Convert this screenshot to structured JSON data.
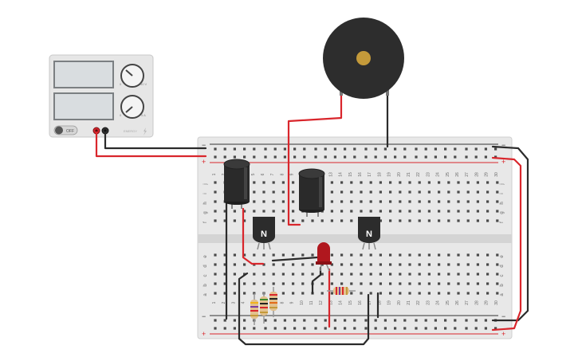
{
  "power_supply": {
    "switch_label": "OFF",
    "knob_top_label_a": "0",
    "knob_top_label_b": "30 V",
    "knob_bottom_label_a": "0",
    "knob_bottom_label_b": "5 A",
    "brand": "ENERGY",
    "colors": {
      "body": "#e6e6e6",
      "display": "#d9dde0",
      "positive": "#d9262c",
      "negative": "#333333"
    }
  },
  "breadboard": {
    "rows_top": [
      "j",
      "i",
      "h",
      "g",
      "f"
    ],
    "rows_bottom": [
      "e",
      "d",
      "c",
      "b",
      "a"
    ],
    "columns": [
      "1",
      "2",
      "3",
      "4",
      "5",
      "6",
      "7",
      "8",
      "9",
      "10",
      "11",
      "12",
      "13",
      "14",
      "15",
      "16",
      "17",
      "18",
      "19",
      "20",
      "21",
      "22",
      "23",
      "24",
      "25",
      "26",
      "27",
      "28",
      "29",
      "30"
    ],
    "rail_minus": "−",
    "rail_plus": "+",
    "colors": {
      "board": "#e8e8e8",
      "hole": "#4a4a4a",
      "rail_red": "#d9262c",
      "rail_black": "#333333"
    }
  },
  "transistors": [
    {
      "label": "N",
      "position": "left"
    },
    {
      "label": "N",
      "position": "right"
    }
  ],
  "components": {
    "buzzer": "piezo-buzzer",
    "capacitors": 2,
    "led_color": "#b0171e",
    "resistors": 4
  },
  "wire_colors": {
    "red": "#d9262c",
    "black": "#2b2b2b"
  }
}
